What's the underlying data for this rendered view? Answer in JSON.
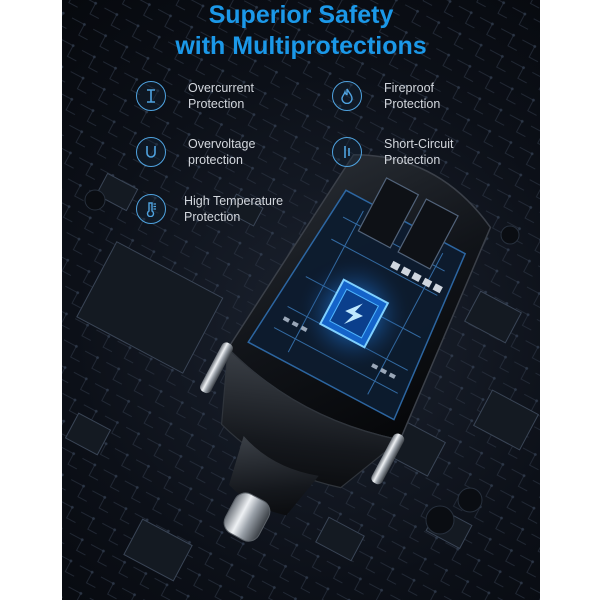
{
  "headline": {
    "line1": "Superior Safety",
    "line2": "with Multiprotections"
  },
  "features": [
    {
      "icon": "current-icon",
      "line1": "Overcurrent",
      "line2": "Protection"
    },
    {
      "icon": "flame-icon",
      "line1": "Fireproof",
      "line2": "Protection"
    },
    {
      "icon": "voltage-icon",
      "line1": "Overvoltage",
      "line2": "protection"
    },
    {
      "icon": "short-circuit-icon",
      "line1": "Short-Circuit",
      "line2": "Protection"
    },
    {
      "icon": "thermometer-icon",
      "line1": "High Temperature",
      "line2": "Protection"
    }
  ],
  "colors": {
    "accent": "#1b98e8",
    "icon_stroke": "#4fa3e0",
    "background": "#0c1018",
    "text": "#d3d7dd"
  }
}
